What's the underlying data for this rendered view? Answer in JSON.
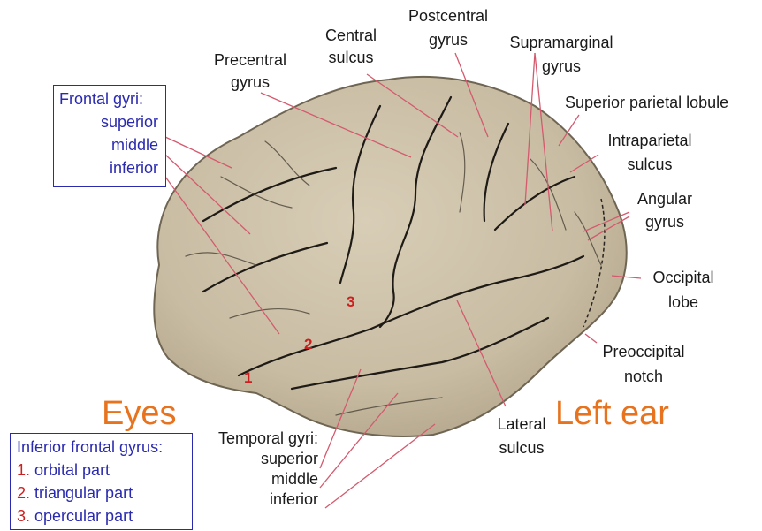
{
  "colors": {
    "brain": "#cdc1a8",
    "brain_shade": "#b9ac92",
    "sulcus": "#1e1a15",
    "leader": "#d45a6e",
    "box": "#2a2ab0",
    "number": "#cc1f1f",
    "orientation": "#e8731e"
  },
  "labels": {
    "postcentral_gyrus": [
      "Postcentral",
      "gyrus"
    ],
    "central_sulcus": [
      "Central",
      "sulcus"
    ],
    "precentral_gyrus": [
      "Precentral",
      "gyrus"
    ],
    "supramarginal_gyrus": [
      "Supramarginal",
      "gyrus"
    ],
    "superior_parietal_lobule": "Superior parietal lobule",
    "intraparietal_sulcus": [
      "Intraparietal",
      "sulcus"
    ],
    "angular_gyrus": [
      "Angular",
      "gyrus"
    ],
    "occipital_lobe": [
      "Occipital",
      "lobe"
    ],
    "preoccipital_notch": [
      "Preoccipital",
      "notch"
    ],
    "lateral_sulcus": [
      "Lateral",
      "sulcus"
    ],
    "temporal_gyri": [
      "Temporal gyri:",
      "superior",
      "middle",
      "inferior"
    ]
  },
  "frontal_box": {
    "title": "Frontal gyri:",
    "items": [
      "superior",
      "middle",
      "inferior"
    ]
  },
  "ifg_box": {
    "title": "Inferior frontal gyrus:",
    "items": [
      {
        "num": "1.",
        "text": " orbital part"
      },
      {
        "num": "2.",
        "text": " triangular part"
      },
      {
        "num": "3.",
        "text": " opercular part"
      }
    ]
  },
  "numbers": [
    "1",
    "2",
    "3"
  ],
  "orientation": {
    "eyes": "Eyes",
    "left_ear": "Left ear"
  }
}
